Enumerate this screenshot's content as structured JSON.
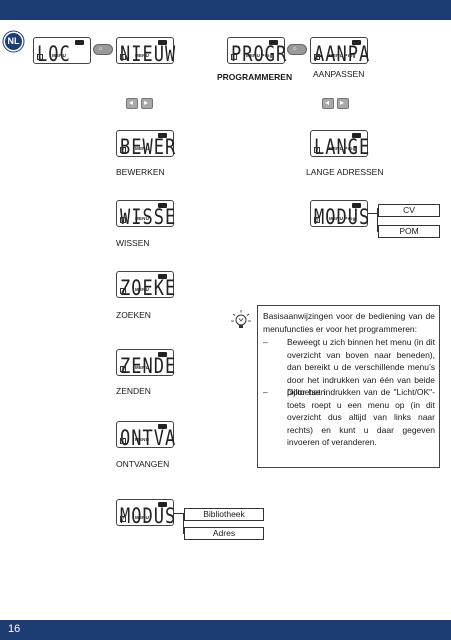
{
  "page": {
    "number": "16",
    "lang_badge": "NL"
  },
  "screens": {
    "loc": {
      "text": "LOC",
      "mode": "MENU",
      "num": "1"
    },
    "nieuw": {
      "text": "NIEUW",
      "mode": "MENU",
      "num": "1"
    },
    "progr": {
      "text": "PROGR",
      "mode": "MENU Prog",
      "num": "1"
    },
    "aanpa": {
      "text": "AANPA",
      "mode": "MENU Prog",
      "num": "1"
    },
    "bewer": {
      "text": "BEWER",
      "mode": "MENU",
      "num": "2"
    },
    "lange": {
      "text": "LANGE",
      "mode": "MENU Prog",
      "num": "2"
    },
    "wisse": {
      "text": "WISSE",
      "mode": "MENU",
      "num": "3"
    },
    "modus_prog": {
      "text": "MODUS",
      "mode": "MENU Prog",
      "num": "3"
    },
    "zoeke": {
      "text": "ZOEKE",
      "mode": "MENU",
      "num": "4"
    },
    "zende": {
      "text": "ZENDE",
      "mode": "MENU",
      "num": "5"
    },
    "ontva": {
      "text": "ONTVA",
      "mode": "MENU",
      "num": "6"
    },
    "modus": {
      "text": "MODUS",
      "mode": "MENU",
      "num": "7"
    }
  },
  "labels": {
    "programmeren": "PROGRAMMEREN",
    "aanpassen": "AANPASSEN",
    "bewerken": "BEWERKEN",
    "lange_adressen": "LANGE ADRESSEN",
    "wissen": "WISSEN",
    "zoeken": "ZOEKEN",
    "zenden": "ZENDEN",
    "ontvangen": "ONTVANGEN"
  },
  "options": {
    "cv": "CV",
    "pom": "POM",
    "bibliotheek": "Bibliotheek",
    "adres": "Adres"
  },
  "info": {
    "intro": "Basisaanwijzingen voor de bediening van de menufuncties er voor het programmeren:",
    "bullet1": "Beweegt u zich binnen het menu (in dit overzicht van boven naar beneden), dan bereikt u de verschillende menu’s door het indrukken van één van beide pijltoetsen.",
    "bullet2": "Door het indrukken van de \"Licht/OK\"-toets roept u een menu op (in dit overzicht dus altijd van links naar rechts) en kunt u daar gegeven invoeren of veranderen.",
    "dash": "–"
  },
  "colors": {
    "brand_blue": "#1d3c73",
    "button_gray": "#999999"
  }
}
